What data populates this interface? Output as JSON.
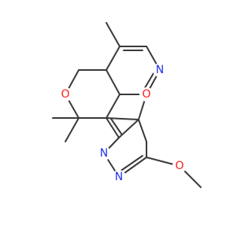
{
  "molecule": {
    "colors": {
      "bond": "#3a3a3a",
      "N": "#2233ee",
      "O": "#ff1a1a",
      "background": "#ffffff"
    },
    "labels": {
      "o_ring": "O",
      "n_pyridine": "N",
      "o_furan": "O",
      "n_pyrimidine_top": "N",
      "n_pyrimidine_bottom": "N",
      "o_methoxy": "O"
    }
  }
}
